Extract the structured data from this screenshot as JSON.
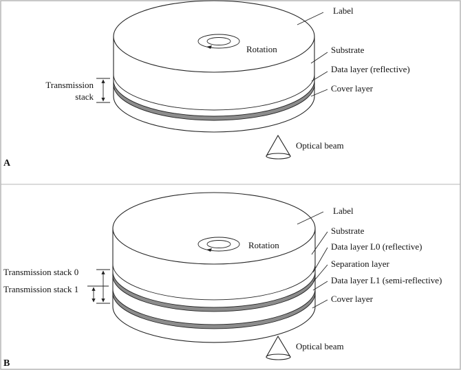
{
  "frame": {
    "border_color": "#b5b5b5"
  },
  "colors": {
    "disk_fill": "#ffffff",
    "data_layer": "#8c8c8c",
    "stroke": "#222222"
  },
  "panel_a": {
    "letter": "A",
    "labels": {
      "label": "Label",
      "rotation": "Rotation",
      "substrate": "Substrate",
      "data_layer": "Data layer (reflective)",
      "cover_layer": "Cover layer",
      "transmission_stack_line1": "Transmission",
      "transmission_stack_line2": "stack",
      "optical_beam": "Optical beam"
    }
  },
  "panel_b": {
    "letter": "B",
    "labels": {
      "label": "Label",
      "rotation": "Rotation",
      "substrate": "Substrate",
      "data_layer_l0": "Data layer L0 (reflective)",
      "separation_layer": "Separation layer",
      "data_layer_l1": "Data layer L1 (semi-reflective)",
      "cover_layer": "Cover layer",
      "transmission_stack_0": "Transmission stack 0",
      "transmission_stack_1": "Transmission stack 1",
      "optical_beam": "Optical beam"
    }
  }
}
